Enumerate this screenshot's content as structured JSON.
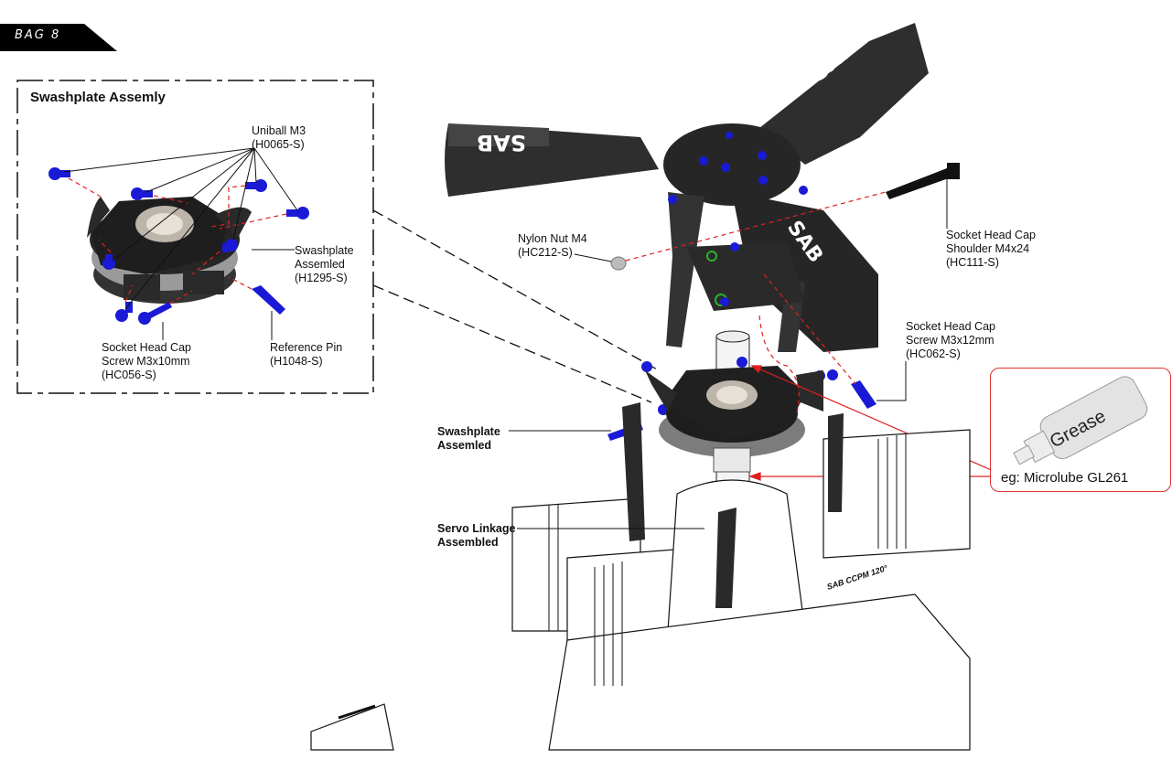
{
  "page": {
    "bag_label": "BAG 8"
  },
  "inset": {
    "title": "Swashplate Assemly",
    "labels": {
      "uniball": "Uniball M3\n(H0065-S)",
      "swashplate": "Swashplate\nAssemled\n(H1295-S)",
      "screw_m3x10": "Socket Head Cap\nScrew M3x10mm\n(HC056-S)",
      "reference_pin": "Reference Pin\n(H1048-S)"
    }
  },
  "main": {
    "labels": {
      "nylon_nut": "Nylon Nut M4\n(HC212-S)",
      "shoulder_screw": "Socket Head Cap\nShoulder M4x24\n(HC111-S)",
      "screw_m3x12": "Socket Head Cap\nScrew M3x12mm\n(HC062-S)",
      "swashplate_assembled": "Swashplate\nAssemled",
      "servo_linkage": "Servo Linkage\nAssembled"
    },
    "rotor_head_brand": "SAB",
    "grease": {
      "tube_label": "Grease",
      "caption": "eg: Microlube GL261"
    },
    "colors": {
      "hardware_blue": "#1a1ad6",
      "guide_red": "#e02020",
      "part_black": "#2a2a2a"
    }
  }
}
